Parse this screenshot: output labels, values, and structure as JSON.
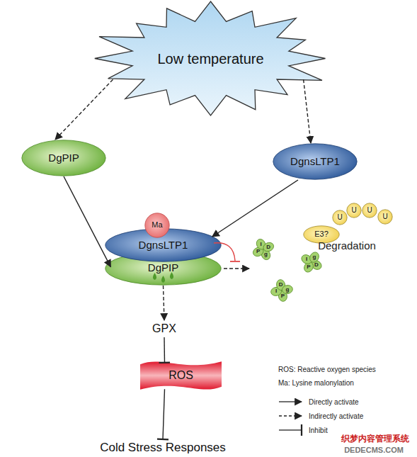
{
  "diagram": {
    "nodes": [
      {
        "text": [
          "Low temperature"
        ]
      },
      {
        "text": [
          "DgPIP"
        ]
      },
      {
        "text": [
          "DgnsLTP1"
        ]
      },
      {
        "text": [
          "Ma"
        ]
      },
      {
        "text": [
          "DgnsLTP1"
        ]
      },
      {
        "text": [
          "DgPIP"
        ]
      },
      {
        "text": [
          "U"
        ]
      },
      {
        "text": [
          "U"
        ]
      },
      {
        "text": [
          "U"
        ]
      },
      {
        "text": [
          "U"
        ]
      },
      {
        "text": [
          "E3?"
        ]
      },
      {
        "text": [
          "GPX"
        ]
      },
      {
        "text": [
          "ROS"
        ]
      },
      {
        "text": [
          "Cold Stress Responses"
        ]
      }
    ],
    "edges": [
      {
        "from": 0,
        "to": 1,
        "arrow": "to"
      },
      {
        "from": 0,
        "to": 2,
        "arrow": "to"
      },
      {
        "from": 1,
        "to": 5,
        "arrow": "to"
      },
      {
        "from": 2,
        "to": 4,
        "arrow": "to"
      },
      {
        "from": 5,
        "to": 11,
        "arrow": "to"
      },
      {
        "from": 11,
        "to": 12,
        "arrow": "to"
      },
      {
        "from": 12,
        "to": 13,
        "arrow": "to"
      }
    ],
    "labels": [
      "Degradation",
      "g",
      "P",
      "I",
      "D",
      "D",
      "P",
      "I",
      "g",
      "P",
      "I",
      "D",
      "g",
      "ROS: Reactive oxygen species",
      "Ma: Lysine malonylation",
      "织梦内容管理系统",
      "DEDECMS.COM"
    ],
    "legend": [
      {
        "text": "Directly activate"
      },
      {
        "text": "Indirectly activate"
      },
      {
        "text": "Inhibit"
      }
    ]
  }
}
